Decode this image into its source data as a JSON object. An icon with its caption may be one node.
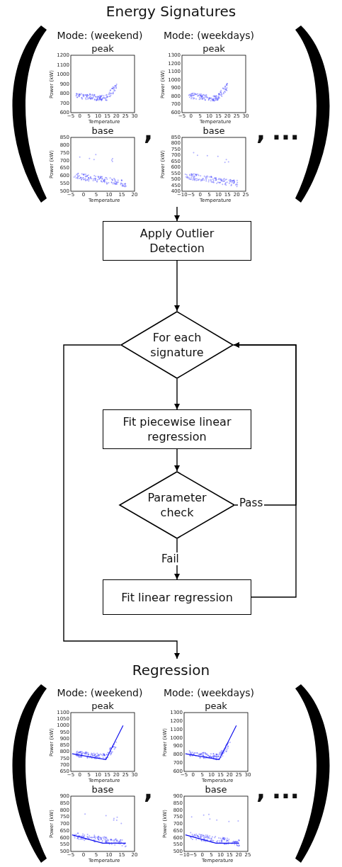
{
  "diagram": {
    "nodes": [
      {
        "text": [
          "Energy Signatures"
        ]
      },
      {
        "text": [
          "Mode: (weekend)",
          "peak",
          "base"
        ],
        "in": 0
      },
      {
        "text": [
          "Mode: (weekdays)",
          "peak",
          "base"
        ],
        "in": 0
      },
      {
        "text": [
          "Apply Outlier Detection"
        ]
      },
      {
        "text": [
          "For each signature"
        ]
      },
      {
        "text": [
          "Fit piecewise linear regression"
        ]
      },
      {
        "text": [
          "Parameter check"
        ]
      },
      {
        "text": [
          "Fit linear regression"
        ]
      },
      {
        "text": [
          "Regression"
        ]
      },
      {
        "text": [
          "Mode: (weekend)",
          "peak",
          "base"
        ],
        "in": 8
      },
      {
        "text": [
          "Mode: (weekdays)",
          "peak",
          "base"
        ],
        "in": 8
      }
    ],
    "edges": [
      {
        "from": 0,
        "to": 3,
        "arrow": "to"
      },
      {
        "from": 3,
        "to": 4,
        "arrow": "to"
      },
      {
        "from": 4,
        "to": 5,
        "arrow": "to"
      },
      {
        "from": 5,
        "to": 6,
        "arrow": "to"
      },
      {
        "from": 6,
        "to": 4,
        "arrow": "to",
        "label": "Pass"
      },
      {
        "from": 6,
        "to": 7,
        "arrow": "to",
        "label": "Fail"
      },
      {
        "from": 7,
        "to": 4,
        "arrow": "to"
      },
      {
        "from": 4,
        "to": 8,
        "arrow": "to"
      }
    ],
    "labels": [
      "600",
      "700",
      "800",
      "900",
      "1000",
      "1100",
      "1200",
      "−5",
      "0",
      "5",
      "10",
      "15",
      "20",
      "25",
      "30",
      "Power (kW)",
      "Temperature",
      "600",
      "700",
      "800",
      "900",
      "1000",
      "1100",
      "1200",
      "1300",
      "−5",
      "0",
      "5",
      "10",
      "15",
      "20",
      "25",
      "30",
      "Power (kW)",
      "Temperature",
      "500",
      "550",
      "600",
      "650",
      "700",
      "750",
      "800",
      "850",
      "−5",
      "0",
      "5",
      "10",
      "15",
      "20",
      "Power (kW)",
      "Temperature",
      ",",
      "400",
      "450",
      "500",
      "550",
      "600",
      "650",
      "700",
      "750",
      "800",
      "850",
      "−10",
      "−5",
      "0",
      "5",
      "10",
      "15",
      "20",
      "25",
      "Power (kW)",
      "Temperature",
      ",",
      "...",
      "650",
      "700",
      "750",
      "800",
      "850",
      "900",
      "950",
      "1000",
      "1050",
      "1100",
      "−5",
      "0",
      "5",
      "10",
      "15",
      "20",
      "25",
      "30",
      "Power (kW)",
      "Temperature",
      "600",
      "700",
      "800",
      "900",
      "1000",
      "1100",
      "1200",
      "1300",
      "−5",
      "0",
      "5",
      "10",
      "15",
      "20",
      "25",
      "30",
      "Power (kW)",
      "Temperature",
      "500",
      "550",
      "600",
      "650",
      "700",
      "750",
      "800",
      "850",
      "900",
      "−5",
      "0",
      "5",
      "10",
      "15",
      "20",
      "Power (kW)",
      "Temperature",
      ",",
      "500",
      "550",
      "600",
      "650",
      "700",
      "750",
      "800",
      "850",
      "900",
      "−10",
      "−5",
      "0",
      "5",
      "10",
      "15",
      "20",
      "25",
      "Power (kW)",
      "Temperature",
      ",",
      "..."
    ]
  }
}
